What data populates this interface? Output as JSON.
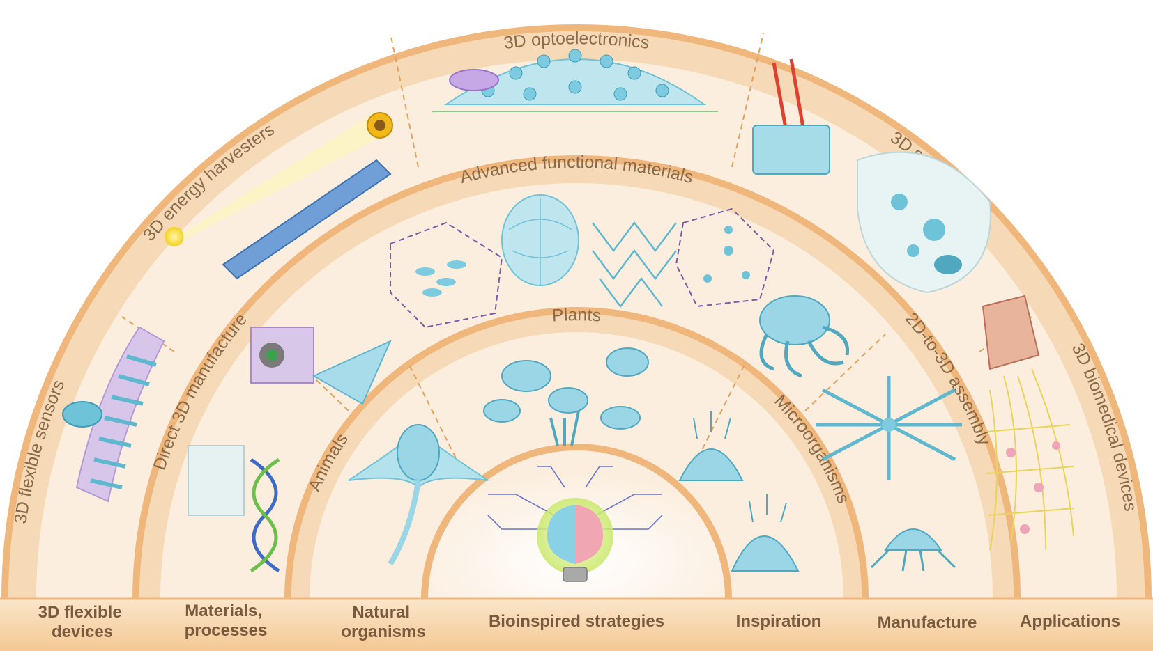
{
  "rings": {
    "outer": {
      "sectors": [
        {
          "key": "sensors",
          "label": "3D flexible sensors"
        },
        {
          "key": "harvesters",
          "label": "3D energy harvesters"
        },
        {
          "key": "opto",
          "label": "3D optoelectronics"
        },
        {
          "key": "robotics",
          "label": "3D soft robotics"
        },
        {
          "key": "biomedical",
          "label": "3D biomedical devices"
        }
      ]
    },
    "middle": {
      "sectors": [
        {
          "key": "direct",
          "label": "Direct 3D manufacture"
        },
        {
          "key": "advanced",
          "label": "Advanced functional materials"
        },
        {
          "key": "assembly",
          "label": "2D-to-3D assembly"
        }
      ]
    },
    "inner": {
      "sectors": [
        {
          "key": "animals",
          "label": "Animals"
        },
        {
          "key": "plants",
          "label": "Plants"
        },
        {
          "key": "microorganisms",
          "label": "Microorganisms"
        }
      ]
    }
  },
  "bottom_row": [
    {
      "key": "devices",
      "label_lines": [
        "3D flexible",
        "devices"
      ]
    },
    {
      "key": "materials",
      "label_lines": [
        "Materials,",
        "processes"
      ]
    },
    {
      "key": "organisms",
      "label_lines": [
        "Natural",
        "organisms"
      ]
    },
    {
      "key": "center",
      "label_lines": [
        "Bioinspired strategies"
      ]
    },
    {
      "key": "inspiration",
      "label_lines": [
        "Inspiration"
      ]
    },
    {
      "key": "manufacture",
      "label_lines": [
        "Manufacture"
      ]
    },
    {
      "key": "applications",
      "label_lines": [
        "Applications"
      ]
    }
  ],
  "illustrations": [
    {
      "key": "beetle-sensor",
      "icon": "beetle-on-sensor-array-icon"
    },
    {
      "key": "solar-harvester",
      "icon": "sun-and-solar-panel-icon"
    },
    {
      "key": "ant-eye-array",
      "icon": "compound-eye-array-icon"
    },
    {
      "key": "soft-robot",
      "icon": "laser-actuated-robot-icon"
    },
    {
      "key": "biomedical-mesh",
      "icon": "tissue-mesh-icon"
    },
    {
      "key": "printer-helix",
      "icon": "printed-dna-helix-icon"
    },
    {
      "key": "light-optics",
      "icon": "optical-printing-icon"
    },
    {
      "key": "material-cube",
      "icon": "liquid-crystal-cell-icon"
    },
    {
      "key": "face-mesh",
      "icon": "face-mesh-icon"
    },
    {
      "key": "lattice",
      "icon": "lattice-structure-icon"
    },
    {
      "key": "octopus",
      "icon": "octopus-icon"
    },
    {
      "key": "star-structure",
      "icon": "buckled-star-structure-icon"
    },
    {
      "key": "dome-structure",
      "icon": "buckled-dome-structure-icon"
    },
    {
      "key": "manta-ray",
      "icon": "manta-ray-icon"
    },
    {
      "key": "venus-flytrap",
      "icon": "venus-flytrap-icon"
    },
    {
      "key": "radiolarian-1",
      "icon": "radiolarian-dome-icon"
    },
    {
      "key": "radiolarian-2",
      "icon": "radiolarian-dome-icon"
    },
    {
      "key": "brain-bulb",
      "icon": "brain-lightbulb-icon"
    }
  ],
  "colors": {
    "ring_light": "#fbeede",
    "ring_mid": "#f6d9b6",
    "ring_edge": "#f0b77c",
    "text": "#8a6a4a",
    "bottom_band": "#f7d3a6",
    "accent_blue": "#7ccbe0",
    "divider": "#e3a25e"
  }
}
